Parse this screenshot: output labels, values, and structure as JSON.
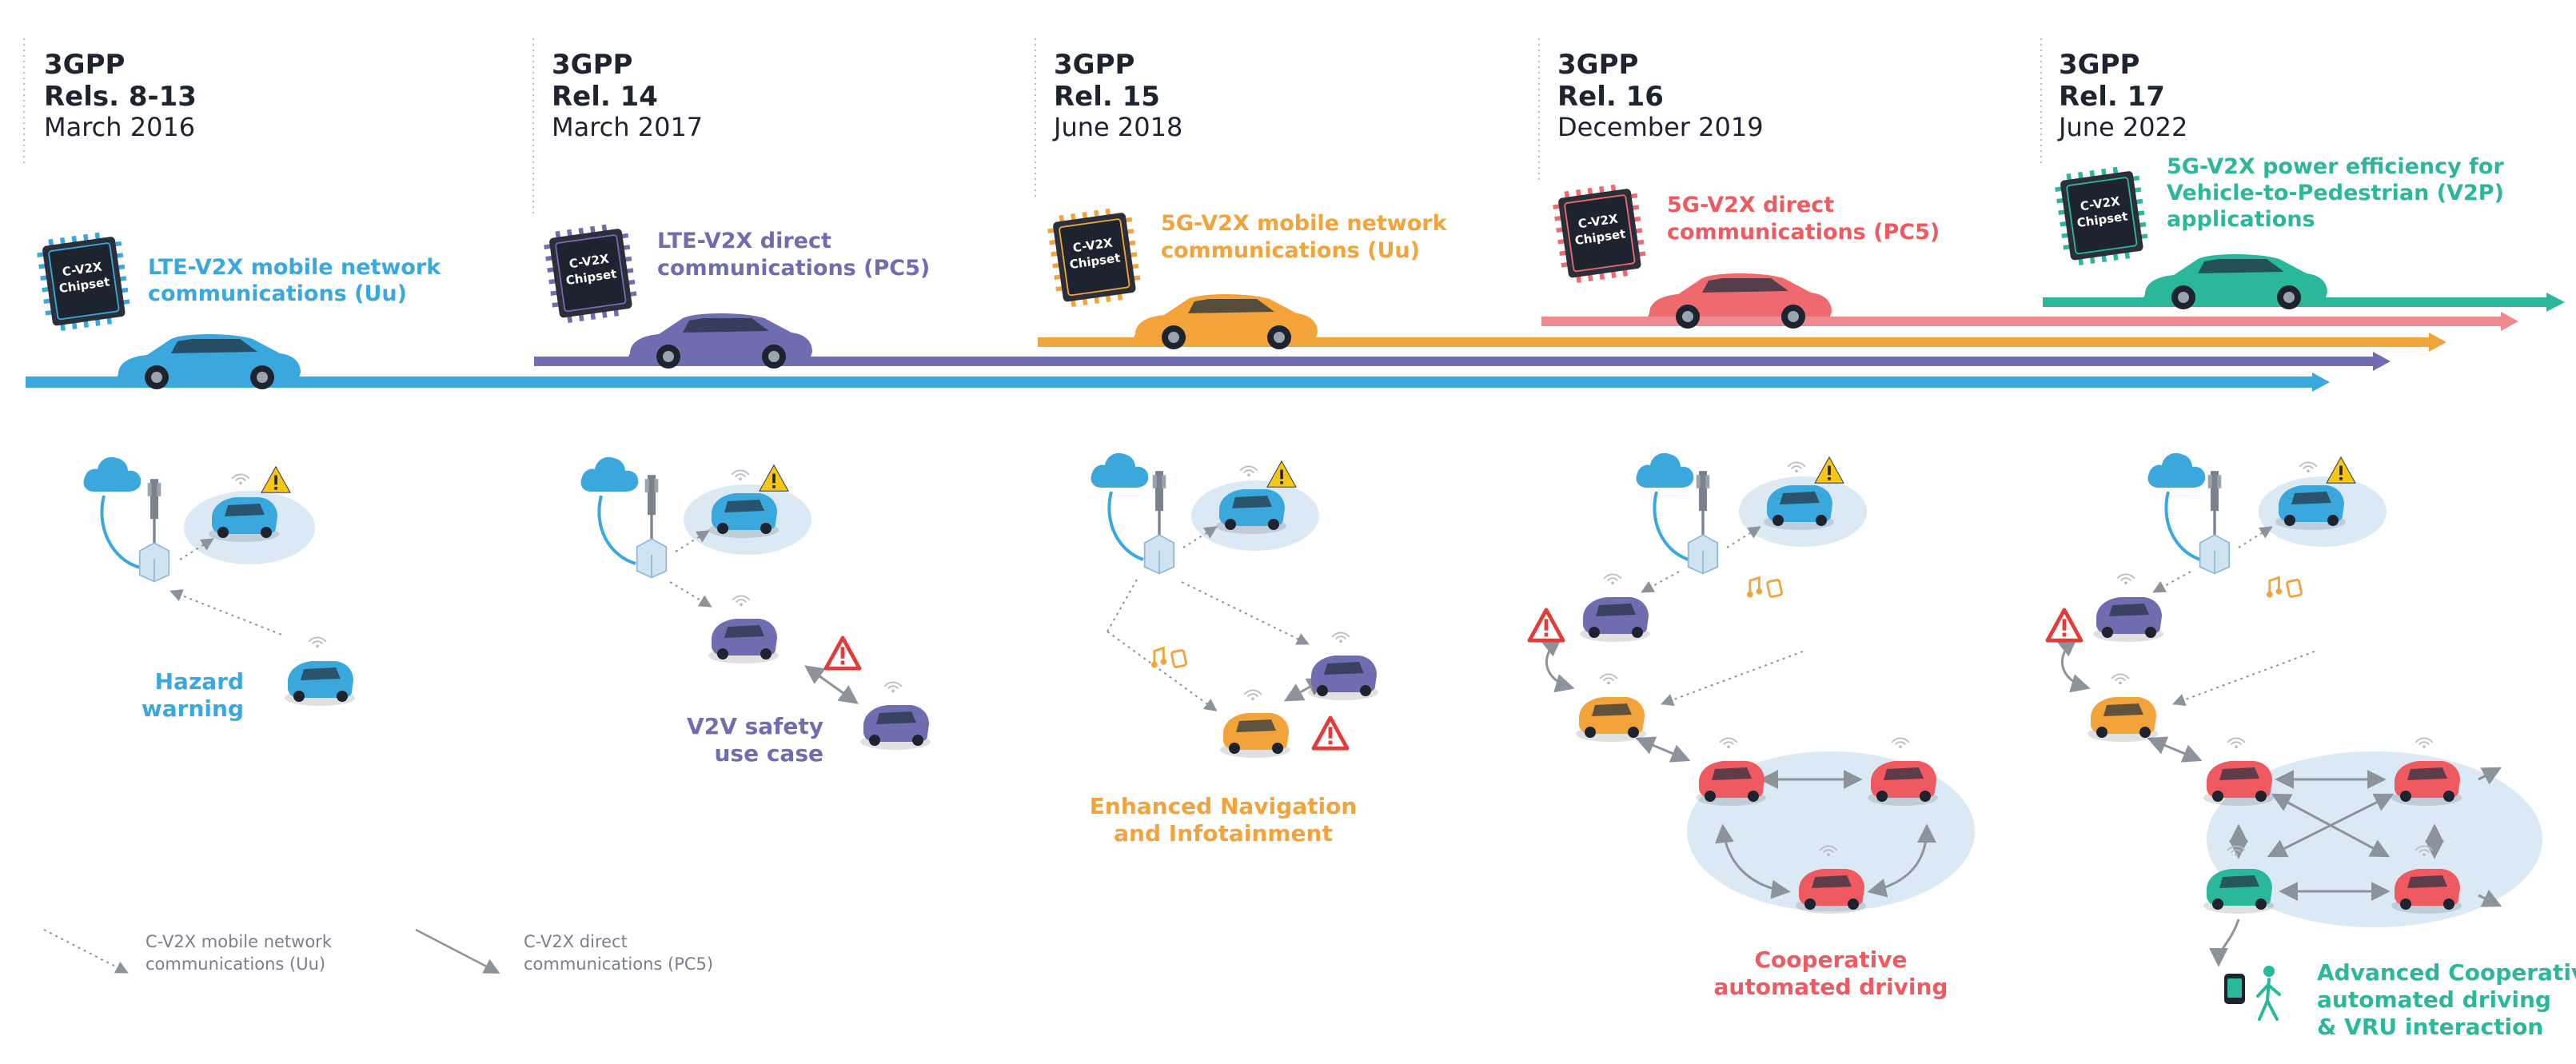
{
  "colors": {
    "rel13": "#3aa8dc",
    "rel14": "#6f6cb0",
    "rel15": "#f2a33a",
    "rel16": "#ee6a6f",
    "rel17": "#2bb89a",
    "dark": "#1e2330",
    "muted": "#7a7f88",
    "halo": "#dbe9f4",
    "car_blue": "#3aa8dc",
    "car_purple": "#6f6cb0",
    "car_orange": "#f2a33a",
    "car_red": "#ee5a5f",
    "car_teal": "#2bb89a"
  },
  "releases": [
    {
      "org": "3GPP",
      "rel": "Rels. 8-13",
      "date": "March 2016",
      "feature": [
        "LTE-V2X mobile network",
        "communications (Uu)"
      ],
      "color_key": "rel13"
    },
    {
      "org": "3GPP",
      "rel": "Rel. 14",
      "date": "March 2017",
      "feature": [
        "LTE-V2X direct",
        "communications (PC5)"
      ],
      "color_key": "rel14"
    },
    {
      "org": "3GPP",
      "rel": "Rel. 15",
      "date": "June 2018",
      "feature": [
        "5G-V2X mobile network",
        "communications (Uu)"
      ],
      "color_key": "rel15"
    },
    {
      "org": "3GPP",
      "rel": "Rel. 16",
      "date": "December 2019",
      "feature": [
        "5G-V2X direct",
        "communications (PC5)"
      ],
      "color_key": "rel16"
    },
    {
      "org": "3GPP",
      "rel": "Rel. 17",
      "date": "June 2022",
      "feature": [
        "5G-V2X power efficiency for",
        "Vehicle-to-Pedestrian (V2P)",
        "applications"
      ],
      "color_key": "rel17"
    }
  ],
  "chip": {
    "line1": "C-V2X",
    "line2": "Chipset"
  },
  "use_cases": [
    {
      "label": [
        "Hazard",
        "warning"
      ]
    },
    {
      "label": [
        "V2V safety",
        "use case"
      ]
    },
    {
      "label": [
        "Enhanced Navigation",
        "and Infotainment"
      ]
    },
    {
      "label": [
        "Cooperative",
        "automated driving"
      ]
    },
    {
      "label": [
        "Advanced Cooperative",
        "automated driving",
        "& VRU interaction"
      ]
    }
  ],
  "legend": {
    "uu": [
      "C-V2X mobile network",
      "communications (Uu)"
    ],
    "pc5": [
      "C-V2X direct",
      "communications (PC5)"
    ]
  },
  "icons": {
    "cloud": "cloud-icon",
    "tower": "cell-tower-icon",
    "warning": "warning-icon",
    "alert": "alert-icon",
    "music": "music-note-icon",
    "pedestrian": "pedestrian-icon",
    "phone": "phone-icon"
  }
}
